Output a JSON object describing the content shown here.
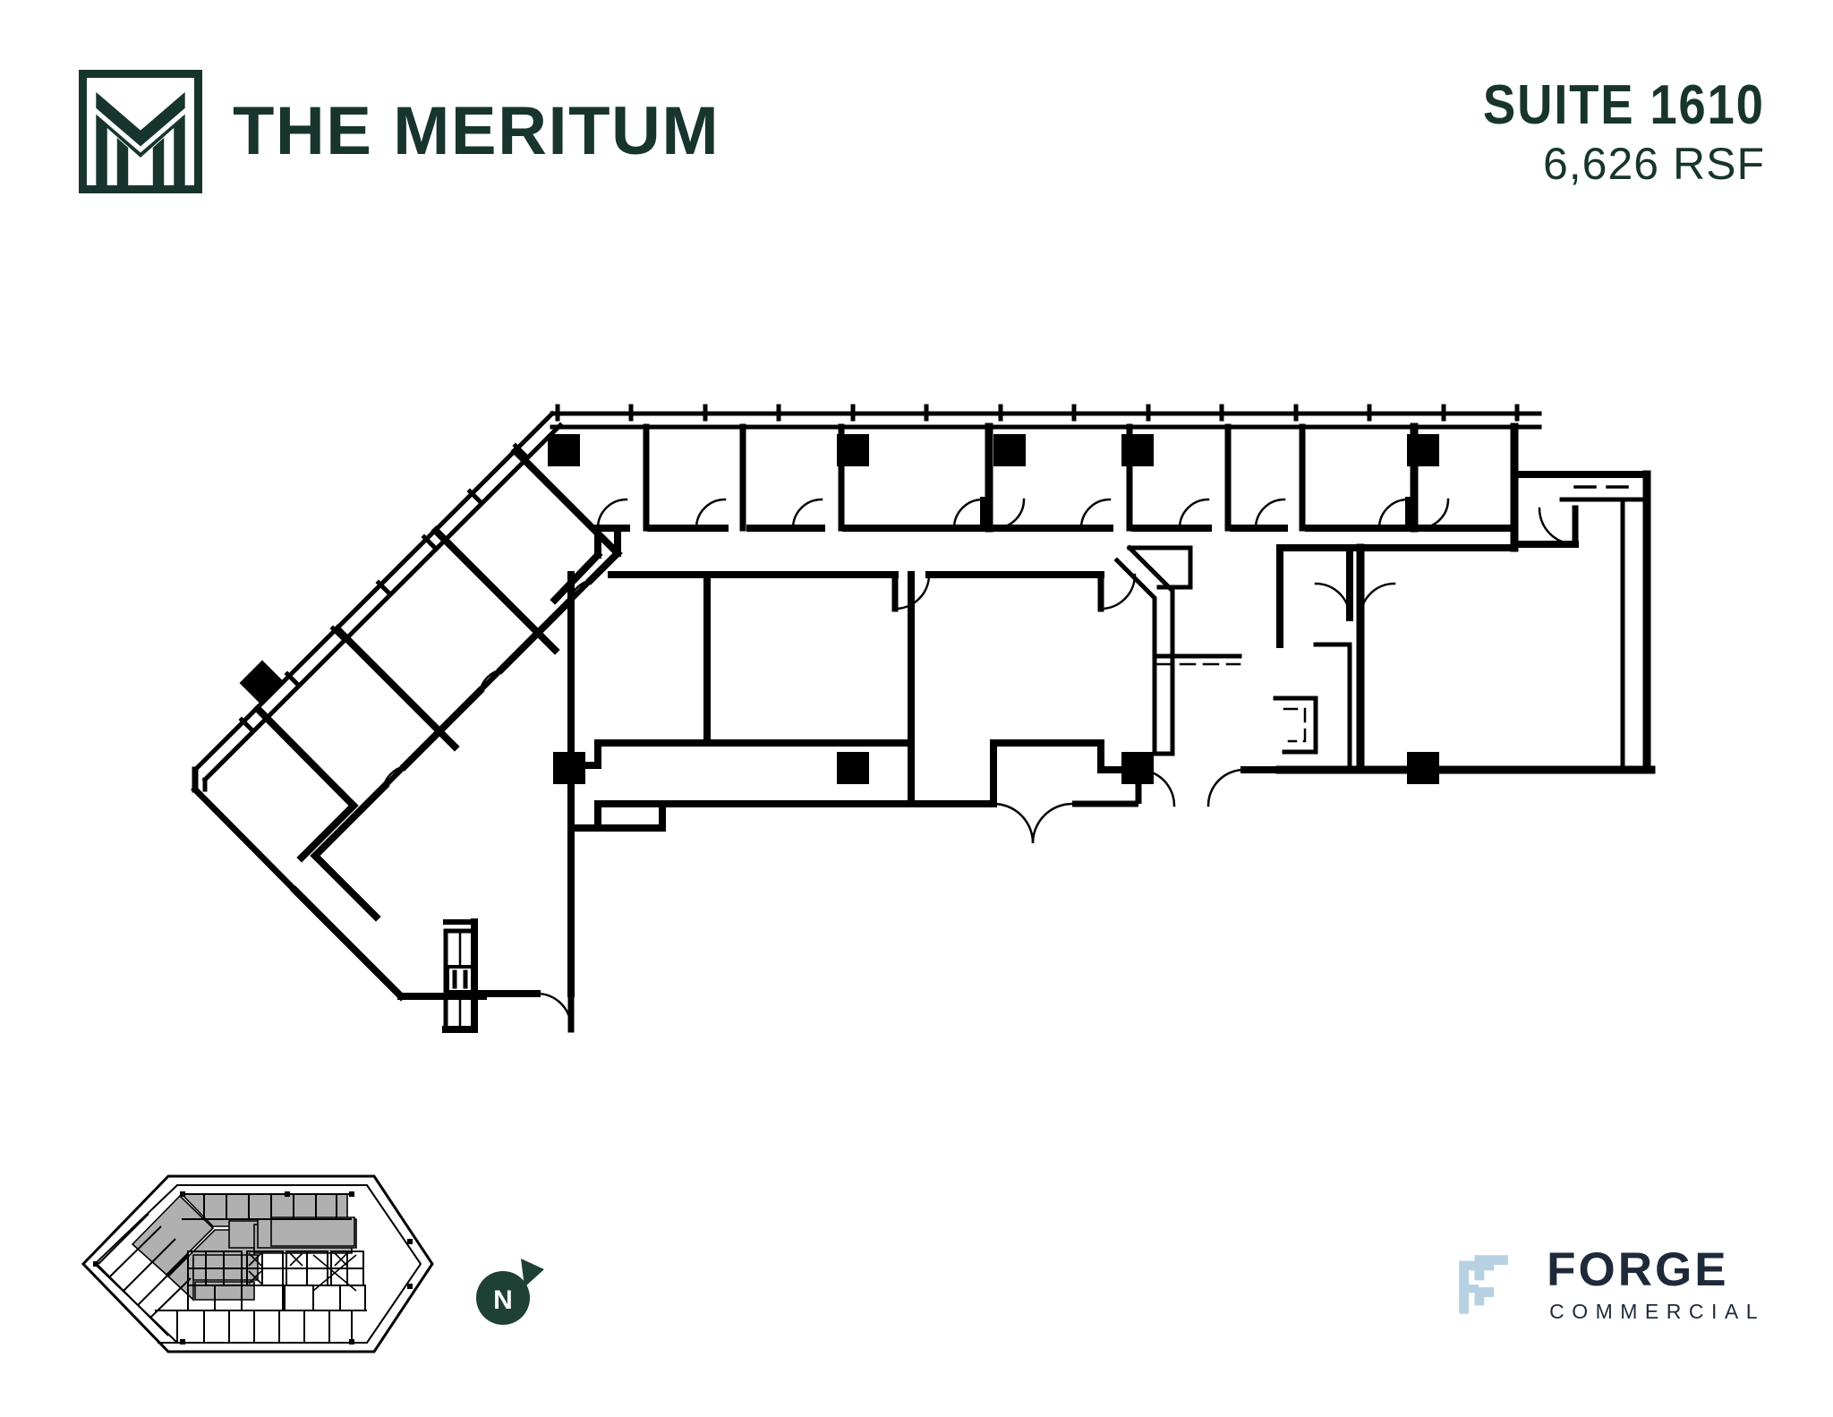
{
  "header": {
    "logo_icon": "meritum-m-monogram-icon",
    "building_name": "THE MERITUM",
    "suite_label": "SUITE 1610",
    "area_label": "6,626 RSF",
    "brand_color": "#17352c"
  },
  "floorplan": {
    "name": "suite-1610-floor-plan",
    "description": "Architectural floor plan of Suite 1610 showing perimeter private offices along the north and northwest angled curtain wall, interior offices, an open work area, a break room with counter, a reception/lobby area with angled casework, and a large open space at the east end.",
    "line_color": "#000000",
    "fill_color": "#ffffff",
    "rooms": [
      {
        "id": "office-nw-1",
        "type": "private-office",
        "position": "northwest-angled-wall"
      },
      {
        "id": "office-nw-2",
        "type": "private-office",
        "position": "northwest-angled-wall"
      },
      {
        "id": "office-nw-3",
        "type": "private-office",
        "position": "northwest-angled-wall"
      },
      {
        "id": "office-n-1",
        "type": "private-office",
        "position": "north-perimeter"
      },
      {
        "id": "office-n-2",
        "type": "private-office",
        "position": "north-perimeter"
      },
      {
        "id": "office-n-3",
        "type": "private-office",
        "position": "north-perimeter"
      },
      {
        "id": "office-n-4",
        "type": "private-office",
        "position": "north-perimeter"
      },
      {
        "id": "office-n-5",
        "type": "private-office",
        "position": "north-perimeter"
      },
      {
        "id": "office-n-6",
        "type": "private-office",
        "position": "north-perimeter"
      },
      {
        "id": "office-n-7",
        "type": "private-office",
        "position": "north-perimeter"
      },
      {
        "id": "interior-office-1",
        "type": "interior-office",
        "position": "center-west"
      },
      {
        "id": "interior-office-2",
        "type": "interior-office",
        "position": "center-west"
      },
      {
        "id": "conference-room",
        "type": "conference-room",
        "position": "center"
      },
      {
        "id": "break-room",
        "type": "break-room",
        "position": "center-east"
      },
      {
        "id": "open-area-east",
        "type": "open-office",
        "position": "east"
      },
      {
        "id": "open-area-south",
        "type": "open-office",
        "position": "south-center"
      },
      {
        "id": "storage-closet",
        "type": "closet",
        "position": "southwest"
      }
    ],
    "features": {
      "columns": "solid-black-squares",
      "doors": "quarter-arc-swings",
      "curtain_wall": "double-line-with-mullion-ticks",
      "casework": "dashed-upper-cabinet-lines"
    }
  },
  "footer": {
    "keyplan": {
      "name": "building-key-plan",
      "highlight_color": "#b0b0b0",
      "caption": ""
    },
    "north_arrow": {
      "label": "N",
      "color": "#1f4034"
    },
    "broker": {
      "logo_icon": "forge-f-mark-icon",
      "name": "FORGE",
      "subtitle": "COMMERCIAL",
      "text_color": "#1e2a3a",
      "mark_color": "#b7d1e3"
    }
  }
}
